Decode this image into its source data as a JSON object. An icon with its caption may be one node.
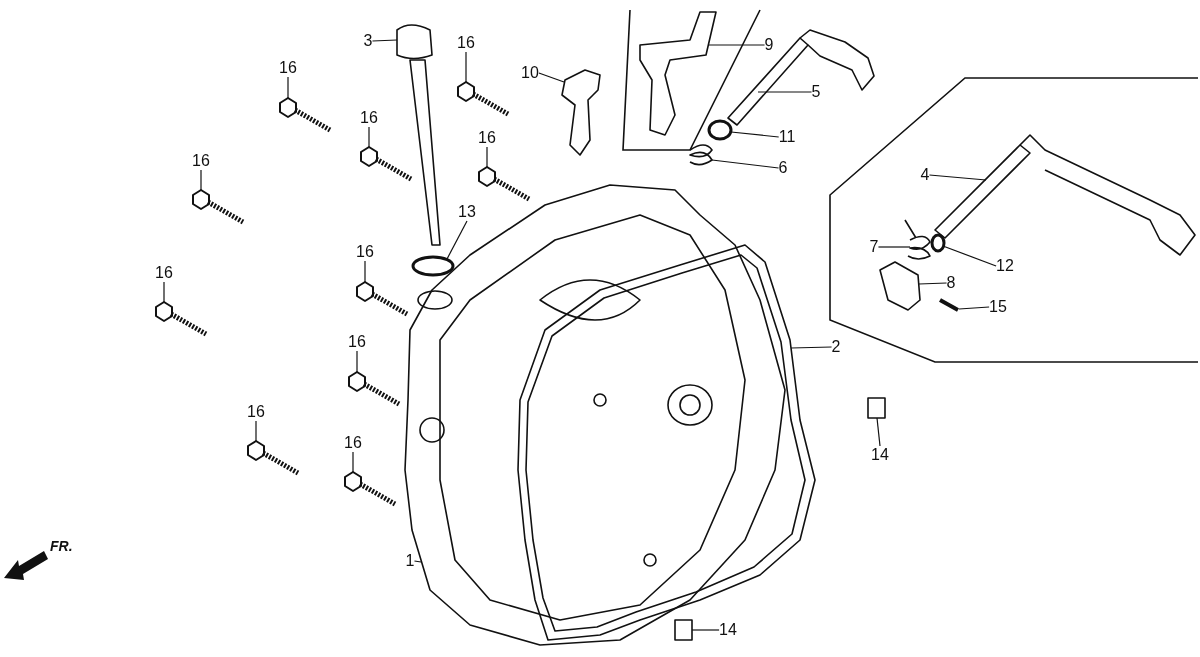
{
  "diagram": {
    "nodes": [
      {
        "text": [
          "3"
        ]
      },
      {
        "text": [
          "16"
        ]
      },
      {
        "text": [
          "10"
        ]
      },
      {
        "text": [
          "9"
        ]
      },
      {
        "text": [
          "5"
        ]
      },
      {
        "text": [
          "16"
        ]
      },
      {
        "text": [
          "16"
        ]
      },
      {
        "text": [
          "11"
        ]
      },
      {
        "text": [
          "16"
        ]
      },
      {
        "text": [
          "6"
        ]
      },
      {
        "text": [
          "16"
        ]
      },
      {
        "text": [
          "4"
        ]
      },
      {
        "text": [
          "13"
        ]
      },
      {
        "text": [
          "12"
        ]
      },
      {
        "text": [
          "7"
        ]
      },
      {
        "text": [
          "16"
        ]
      },
      {
        "text": [
          "16"
        ]
      },
      {
        "text": [
          "8"
        ]
      },
      {
        "text": [
          "15"
        ]
      },
      {
        "text": [
          "2"
        ]
      },
      {
        "text": [
          "16"
        ]
      },
      {
        "text": [
          "16"
        ]
      },
      {
        "text": [
          "16"
        ]
      },
      {
        "text": [
          "14"
        ]
      },
      {
        "text": [
          "1"
        ]
      },
      {
        "text": [
          "14"
        ]
      },
      {
        "text": [],
        "shape": "picture"
      },
      {
        "text": [],
        "shape": "picture"
      },
      {
        "text": [],
        "shape": "picture"
      },
      {
        "text": [],
        "shape": "picture"
      },
      {
        "text": [],
        "shape": "picture"
      },
      {
        "text": [],
        "shape": "picture"
      },
      {
        "text": [],
        "shape": "picture"
      },
      {
        "text": [],
        "shape": "circle"
      },
      {
        "text": [],
        "shape": "picture"
      },
      {
        "text": [],
        "shape": "picture"
      },
      {
        "text": [],
        "shape": "picture"
      },
      {
        "text": [],
        "shape": "picture"
      },
      {
        "text": [],
        "shape": "circle"
      },
      {
        "text": [],
        "shape": "circle"
      },
      {
        "text": [],
        "shape": "picture"
      },
      {
        "text": [],
        "shape": "picture"
      },
      {
        "text": [],
        "shape": "picture"
      },
      {
        "text": [],
        "shape": "picture"
      },
      {
        "text": [],
        "shape": "picture"
      },
      {
        "text": [],
        "shape": "picture"
      },
      {
        "text": [],
        "shape": "picture"
      },
      {
        "text": [],
        "shape": "picture"
      },
      {
        "text": [],
        "shape": "picture"
      },
      {
        "text": [],
        "shape": "box"
      },
      {
        "text": [],
        "shape": "picture"
      },
      {
        "text": [],
        "shape": "box"
      }
    ],
    "edges": [
      {
        "from": 0,
        "to": 26,
        "arrow": "none"
      },
      {
        "from": 1,
        "to": 27,
        "arrow": "none"
      },
      {
        "from": 2,
        "to": 28,
        "arrow": "none"
      },
      {
        "from": 3,
        "to": 29,
        "arrow": "none"
      },
      {
        "from": 4,
        "to": 30,
        "arrow": "none"
      },
      {
        "from": 5,
        "to": 31,
        "arrow": "none"
      },
      {
        "from": 6,
        "to": 32,
        "arrow": "none"
      },
      {
        "from": 7,
        "to": 33,
        "arrow": "none"
      },
      {
        "from": 8,
        "to": 34,
        "arrow": "none"
      },
      {
        "from": 9,
        "to": 35,
        "arrow": "none"
      },
      {
        "from": 10,
        "to": 36,
        "arrow": "none"
      },
      {
        "from": 11,
        "to": 37,
        "arrow": "none"
      },
      {
        "from": 12,
        "to": 38,
        "arrow": "none"
      },
      {
        "from": 13,
        "to": 39,
        "arrow": "none"
      },
      {
        "from": 14,
        "to": 40,
        "arrow": "none"
      },
      {
        "from": 15,
        "to": 41,
        "arrow": "none"
      },
      {
        "from": 16,
        "to": 42,
        "arrow": "none"
      },
      {
        "from": 17,
        "to": 43,
        "arrow": "none"
      },
      {
        "from": 18,
        "to": 44,
        "arrow": "none"
      },
      {
        "from": 19,
        "to": 45,
        "arrow": "none"
      },
      {
        "from": 20,
        "to": 46,
        "arrow": "none"
      },
      {
        "from": 21,
        "to": 47,
        "arrow": "none"
      },
      {
        "from": 22,
        "to": 48,
        "arrow": "none"
      },
      {
        "from": 23,
        "to": 49,
        "arrow": "none"
      },
      {
        "from": 24,
        "to": 50,
        "arrow": "none"
      },
      {
        "from": 25,
        "to": 51,
        "arrow": "none"
      }
    ],
    "labels": [
      "FR."
    ]
  }
}
